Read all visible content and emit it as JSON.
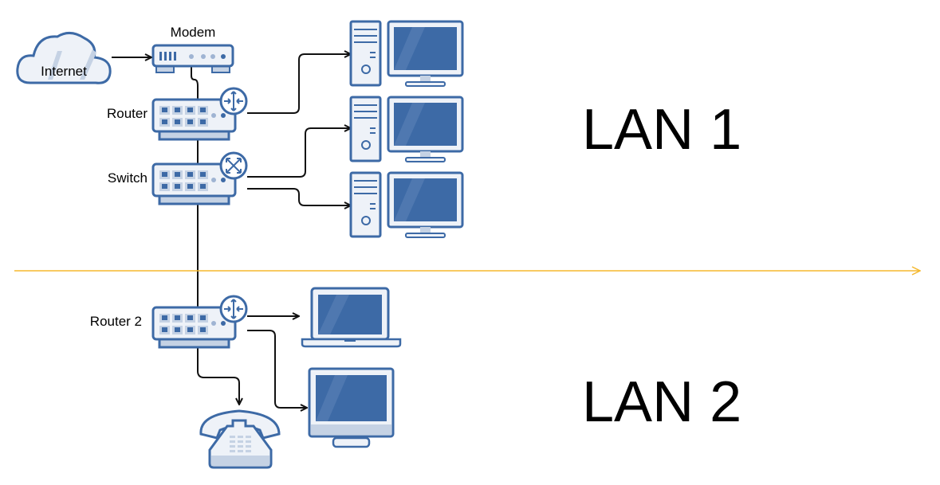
{
  "nodes": {
    "internet": "Internet",
    "modem": "Modem",
    "router": "Router",
    "switch": "Switch",
    "router2": "Router 2"
  },
  "zones": {
    "lan1": "LAN 1",
    "lan2": "LAN 2"
  },
  "colors": {
    "device_stroke": "#3d6aa6",
    "device_fill": "#eef2f8",
    "screen": "#3d6aa6",
    "divider": "#f5b82e"
  }
}
